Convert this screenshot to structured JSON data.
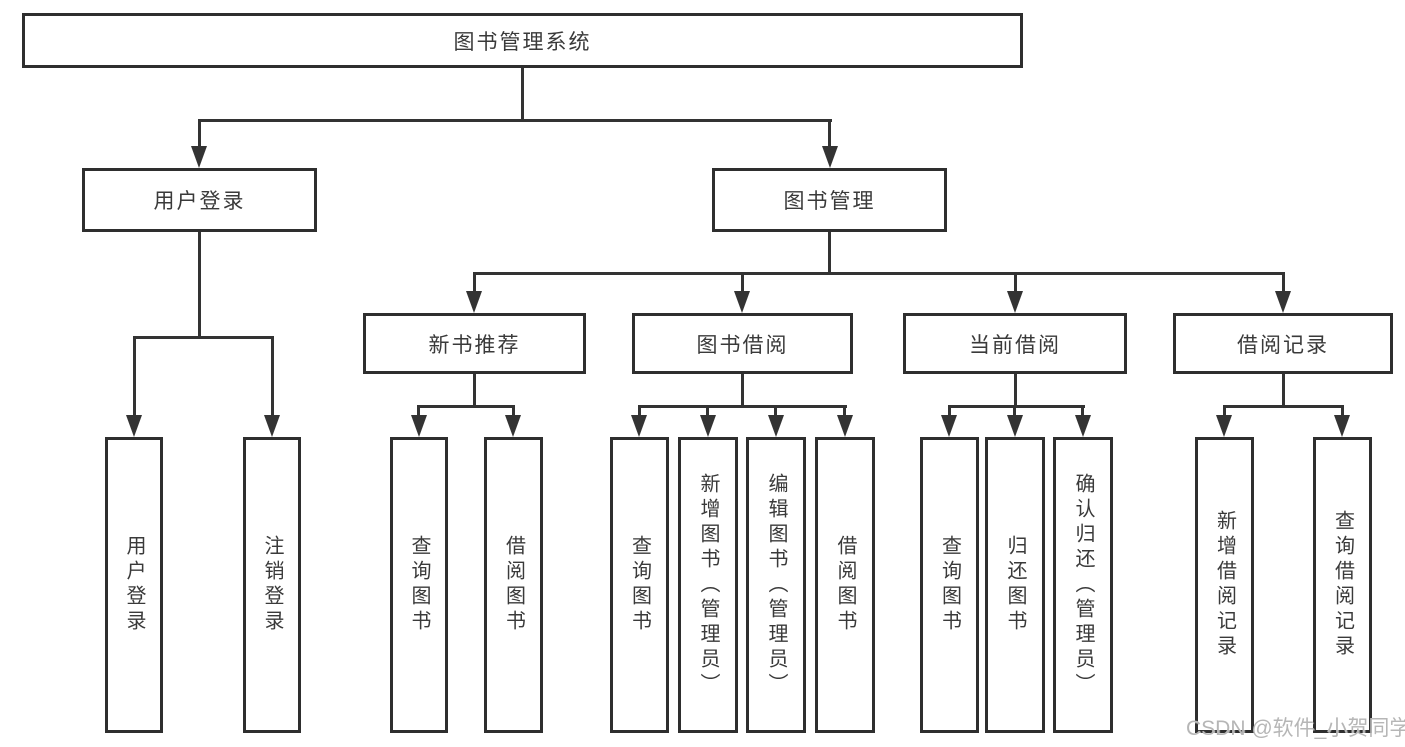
{
  "tree": {
    "root": "图书管理系统",
    "children": [
      {
        "label": "用户登录",
        "children": [
          "用户登录",
          "注销登录"
        ]
      },
      {
        "label": "图书管理",
        "children": [
          {
            "label": "新书推荐",
            "children": [
              "查询图书",
              "借阅图书"
            ]
          },
          {
            "label": "图书借阅",
            "children": [
              "查询图书",
              "新增图书（管理员）",
              "编辑图书（管理员）",
              "借阅图书"
            ]
          },
          {
            "label": "当前借阅",
            "children": [
              "查询图书",
              "归还图书",
              "确认归还（管理员）"
            ]
          },
          {
            "label": "借阅记录",
            "children": [
              "新增借阅记录",
              "查询借阅记录"
            ]
          }
        ]
      }
    ]
  },
  "watermark": {
    "text": "CSDN @软件_小贺同学"
  },
  "colors": {
    "line": "#333333",
    "text": "#3a3a3a",
    "watermark": "#b6b6b6",
    "background": "#ffffff"
  }
}
